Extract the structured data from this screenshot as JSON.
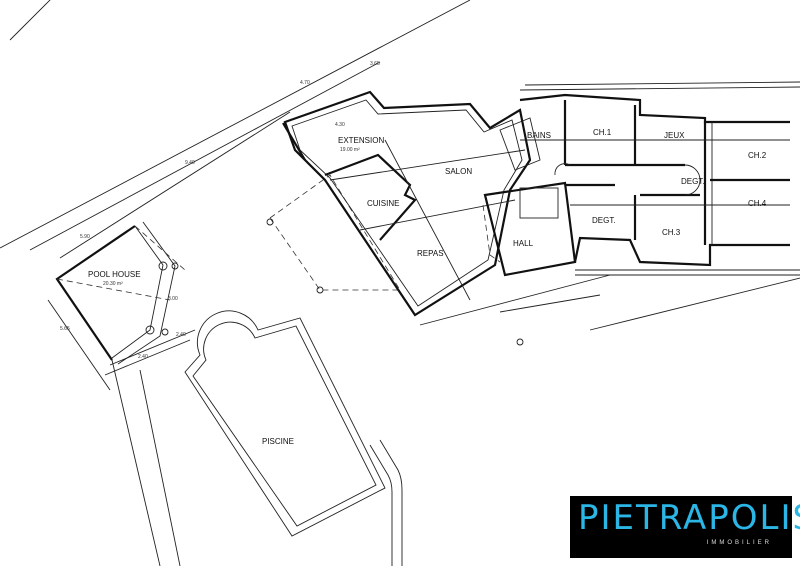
{
  "plan": {
    "rooms": {
      "extension": "EXTENSION",
      "extension_area": "19.00 m²",
      "cuisine": "CUISINE",
      "salon": "SALON",
      "repas": "REPAS",
      "hall": "HALL",
      "bains": "BAINS",
      "ch1": "CH.1",
      "jeux": "JEUX",
      "ch2": "CH.2",
      "degt_upper": "DEGT.",
      "ch4": "CH.4",
      "degt_lower": "DEGT.",
      "ch3": "CH.3",
      "pool_house": "POOL  HOUSE",
      "pool_house_area": "20.30 m²",
      "piscine": "PISCINE"
    },
    "dimensions": {
      "d365": "3.65",
      "d470": "4.70",
      "d940": "9.40",
      "d590": "5.90",
      "d565": "5.65",
      "d300": "3.00",
      "d240a": "2.40",
      "d240b": "2.40",
      "d430": "4.30"
    }
  },
  "logo": {
    "name": "PIETRAPOLIS",
    "subtitle": "IMMOBILIER",
    "color": "#2bb6e6"
  }
}
